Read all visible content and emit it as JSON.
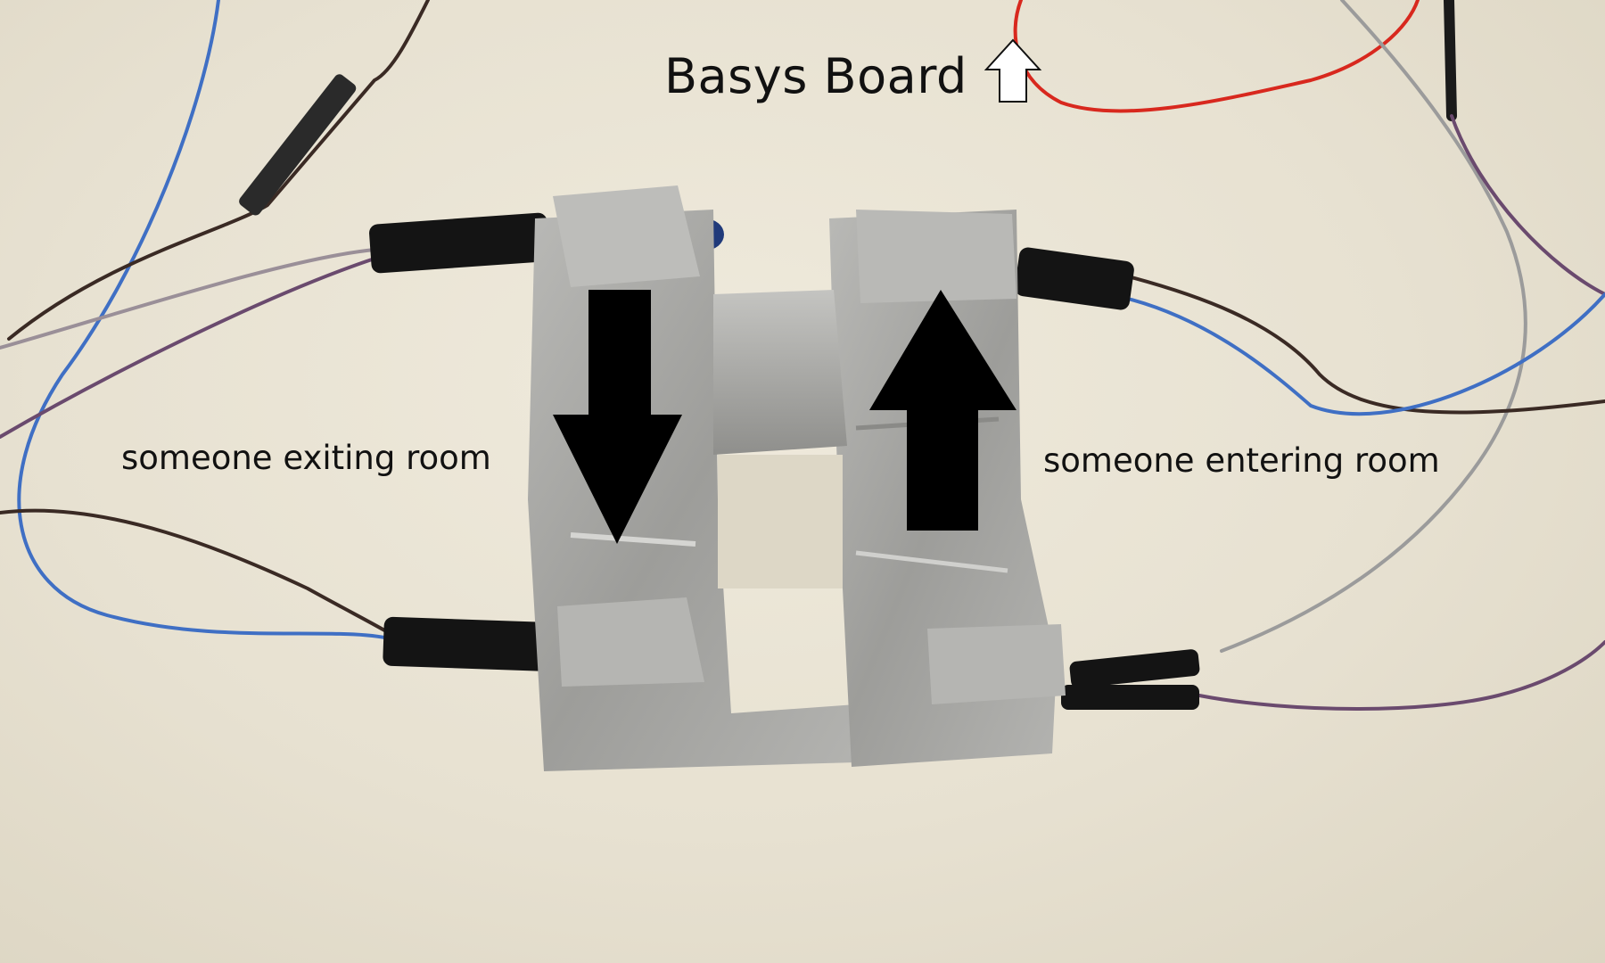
{
  "photo": {
    "board_label": "Basys Board",
    "left_label": "someone exiting room",
    "right_label": "someone entering room",
    "icons": [
      "board-direction-arrow-up-icon",
      "exit-arrow-down-icon",
      "enter-arrow-up-icon"
    ],
    "colors": {
      "background": "#e8e2d3",
      "tape": "#a9a9a6",
      "wire_blue": "#3f6fc4",
      "wire_brown": "#3a2a24",
      "wire_purple": "#6a4a6e",
      "wire_gray": "#9b9b9b",
      "wire_red": "#d8281e",
      "arrow": "#000000"
    }
  }
}
